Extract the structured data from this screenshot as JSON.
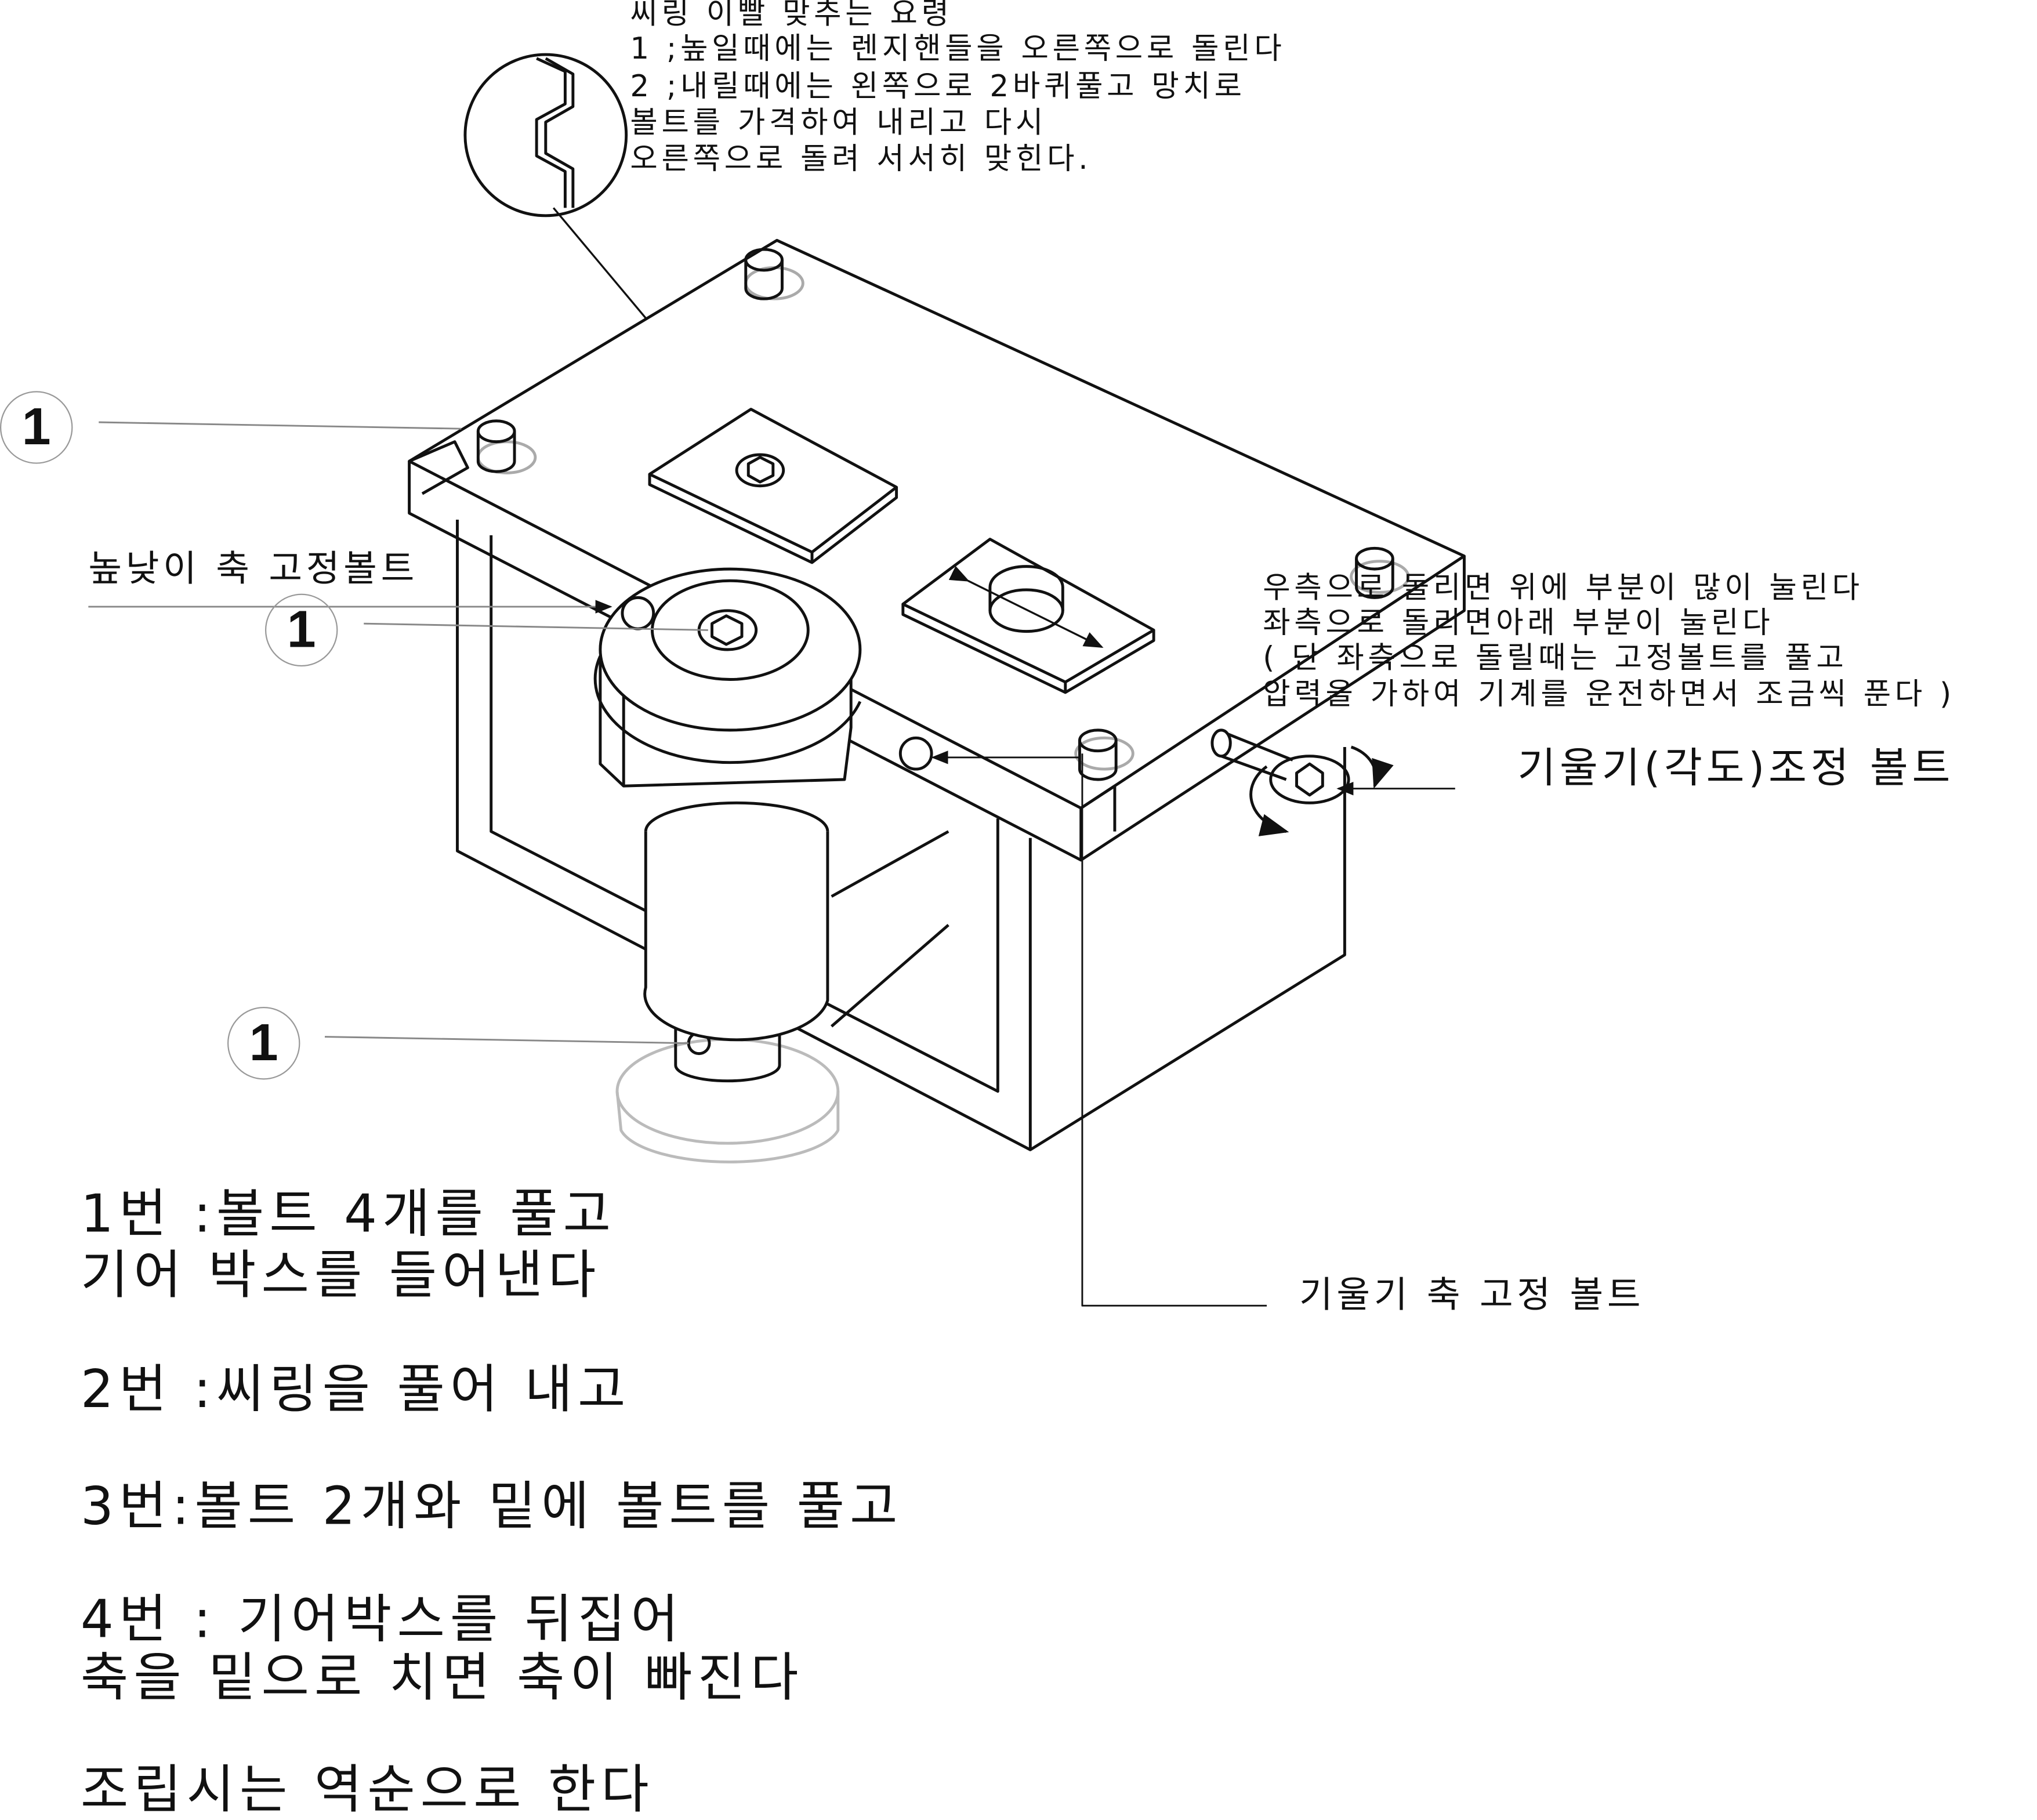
{
  "seal_adjust_note": {
    "title": "씨링 이빨 맞추는 요령",
    "lines": [
      "1 ;높일때에는 렌지핸들을 오른쪽으로 돌린다",
      "2 ;내릴때에는 왼쪽으로 2바퀴풀고 망치로",
      "볼트를 가격하여 내리고 다시",
      "오른쪽으로 돌려 서서히 맞힌다."
    ]
  },
  "callout_number": "1",
  "height_axis_label": "높낮이 축 고정볼트",
  "tilt_note": {
    "lines": [
      "우측으로 돌리면 위에 부분이 많이 눌린다",
      "좌측으로 돌리면아래 부분이 눌린다",
      "( 단 좌측으로 돌릴때는 고정볼트를 풀고",
      "압력을 가하여 기계를 운전하면서 조금씩 푼다 )"
    ]
  },
  "tilt_adjust_bolt_label": "기울기(각도)조정 볼트",
  "tilt_axis_bolt_label": "기울기 축 고정 볼트",
  "steps": [
    "1번 :볼트 4개를 풀고",
    "기어 박스를 들어낸다",
    "2번 :씨링을 풀어 내고",
    "3번:볼트 2개와 밑에 볼트를 풀고",
    "4번 : 기어박스를 뒤집어",
    "축을 밑으로 치면 축이 빠진다",
    "조립시는 역순으로 한다"
  ]
}
